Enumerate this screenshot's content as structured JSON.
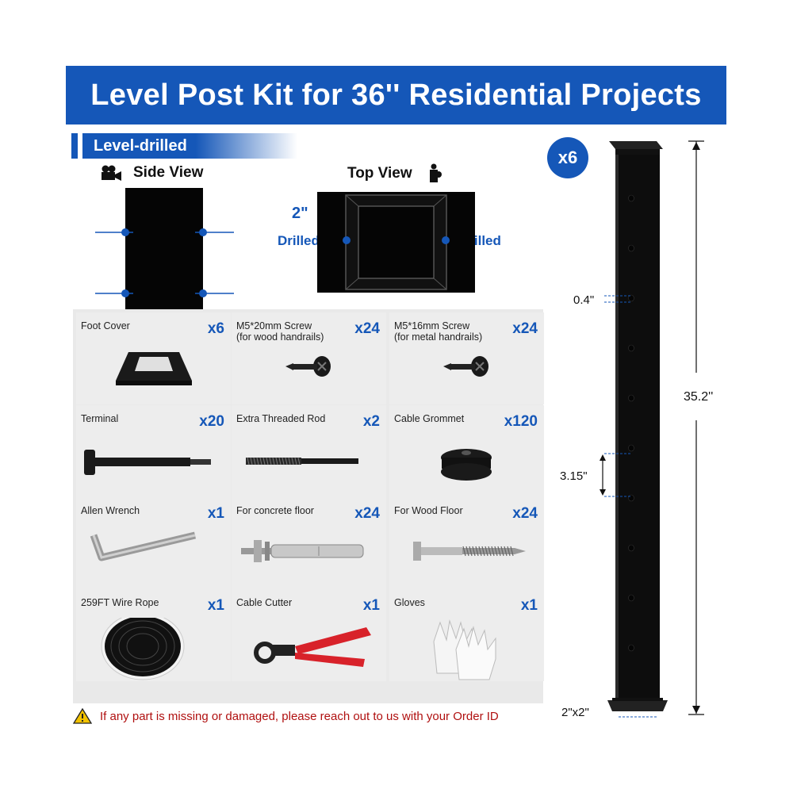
{
  "banner": {
    "title": "Level Post Kit for 36'' Residential Projects"
  },
  "section": {
    "label": "Level-drilled"
  },
  "side_view": {
    "title": "Side View",
    "icon": "camera-icon"
  },
  "top_view": {
    "title": "Top View",
    "icon": "camera-icon",
    "size_label": "2\"",
    "left_label": "Drilled",
    "right_label": "Drilled"
  },
  "post": {
    "quantity": "x6",
    "height_label": "35.2''",
    "hole_label": "0.4\"",
    "spacing_label": "3.15\"",
    "base_label": "2\"x2\""
  },
  "parts": [
    {
      "name": "Foot Cover",
      "qty": "x6",
      "icon": "foot-cover-icon"
    },
    {
      "name": "M5*20mm Screw\n(for wood handrails)",
      "qty": "x24",
      "icon": "screw-icon"
    },
    {
      "name": "M5*16mm Screw\n(for metal handrails)",
      "qty": "x24",
      "icon": "screw-icon"
    },
    {
      "name": "Terminal",
      "qty": "x20",
      "icon": "terminal-icon"
    },
    {
      "name": "Extra Threaded Rod",
      "qty": "x2",
      "icon": "threaded-rod-icon"
    },
    {
      "name": "Cable Grommet",
      "qty": "x120",
      "icon": "grommet-icon"
    },
    {
      "name": "Allen Wrench",
      "qty": "x1",
      "icon": "allen-wrench-icon"
    },
    {
      "name": "For concrete floor",
      "qty": "x24",
      "icon": "anchor-bolt-icon"
    },
    {
      "name": "For Wood Floor",
      "qty": "x24",
      "icon": "lag-screw-icon"
    },
    {
      "name": "259FT Wire Rope",
      "qty": "x1",
      "icon": "wire-spool-icon"
    },
    {
      "name": "Cable Cutter",
      "qty": "x1",
      "icon": "cable-cutter-icon"
    },
    {
      "name": "Gloves",
      "qty": "x1",
      "icon": "gloves-icon"
    }
  ],
  "notice": {
    "icon": "warning-icon",
    "text": "If any part is missing or damaged, please reach out to us with your Order ID"
  },
  "colors": {
    "accent": "#1557b8",
    "post": "#111111",
    "warning": "#b01010"
  }
}
